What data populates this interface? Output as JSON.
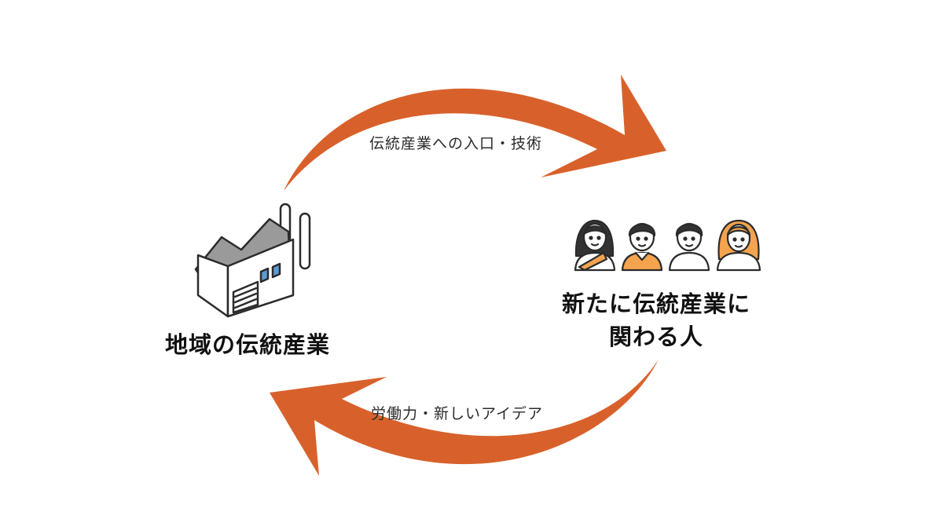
{
  "colors": {
    "arrow": "#D8612B",
    "orange_shirt": "#F4A44E",
    "orange_hair": "#F4A44E",
    "dark_hair": "#333333",
    "factory_window": "#5B9BD5",
    "factory_roof": "#9A9A9A"
  },
  "nodes": {
    "left": {
      "title": "地域の伝統産業",
      "icon": "factory-icon"
    },
    "right": {
      "title_line1": "新たに伝統産業に",
      "title_line2": "関わる人",
      "icon": "people-group-icon"
    }
  },
  "arrows": {
    "top": {
      "label": "伝統産業への入口・技術",
      "direction": "left-to-right"
    },
    "bottom": {
      "label": "労働力・新しいアイデア",
      "direction": "right-to-left"
    }
  }
}
